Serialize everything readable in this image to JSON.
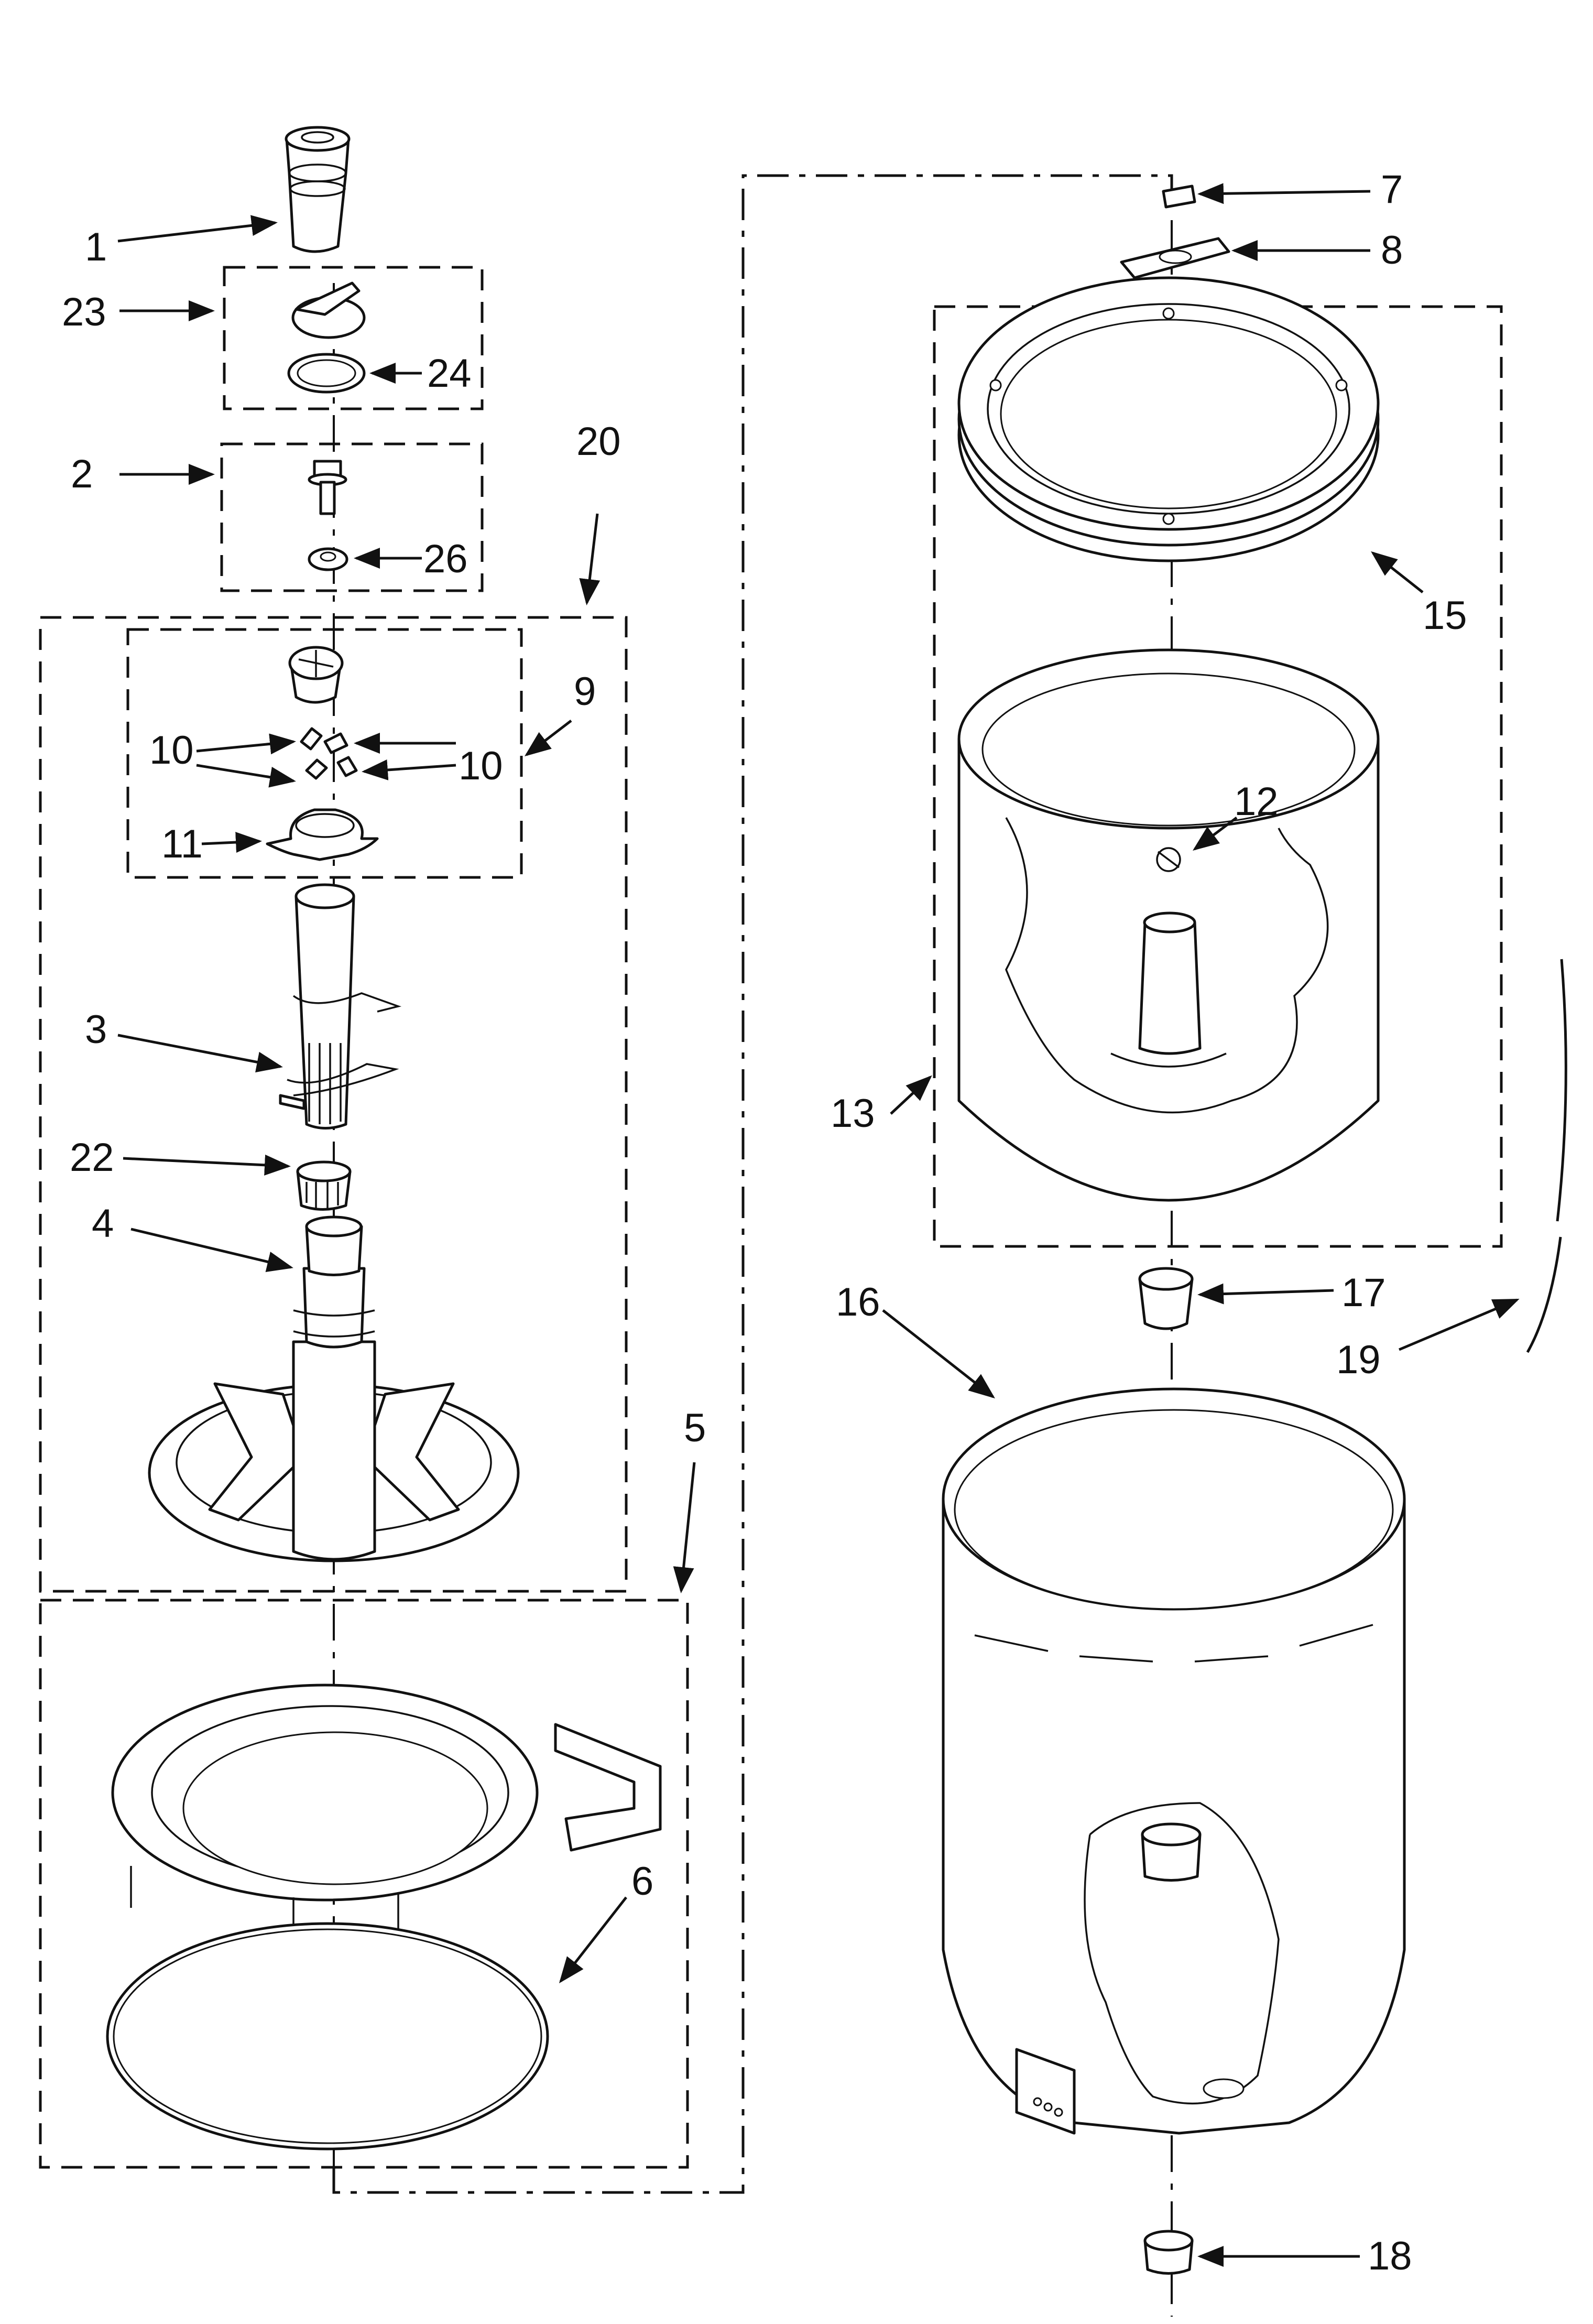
{
  "labels": {
    "p1": "1",
    "p2": "2",
    "p3": "3",
    "p4": "4",
    "p5": "5",
    "p6": "6",
    "p7": "7",
    "p8": "8",
    "p9": "9",
    "p10a": "10",
    "p10b": "10",
    "p11": "11",
    "p12": "12",
    "p13": "13",
    "p15": "15",
    "p16": "16",
    "p17": "17",
    "p18": "18",
    "p19": "19",
    "p20": "20",
    "p22": "22",
    "p23": "23",
    "p24": "24",
    "p26": "26"
  }
}
